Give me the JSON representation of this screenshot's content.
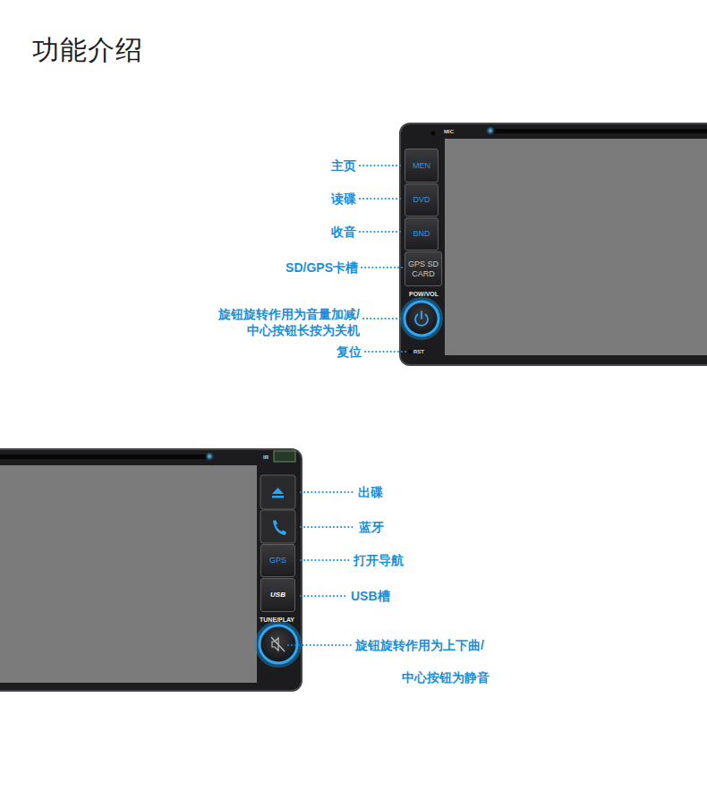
{
  "diagram": {
    "title": "功能介绍",
    "nodes": [
      {
        "text": [
          "MEN"
        ]
      },
      {
        "text": [
          "DVD"
        ]
      },
      {
        "text": [
          "BND"
        ]
      },
      {
        "text": [
          "GPS SD CARD"
        ]
      },
      {
        "text": [
          "GPS"
        ]
      },
      {
        "text": [
          "USB"
        ]
      }
    ],
    "labels": [
      "MIC",
      "主页",
      "读碟",
      "收音",
      "SD/GPS卡槽",
      "POW/VOL",
      "旋钮旋转作用为音量加减/ 中心按钮长按为关机",
      "复位",
      "RST",
      "IR",
      "出碟",
      "蓝牙",
      "打开导航",
      "USB槽",
      "TUNE/PLAY",
      "旋钮旋转作用为上下曲/",
      "中心按钮为静音"
    ]
  }
}
